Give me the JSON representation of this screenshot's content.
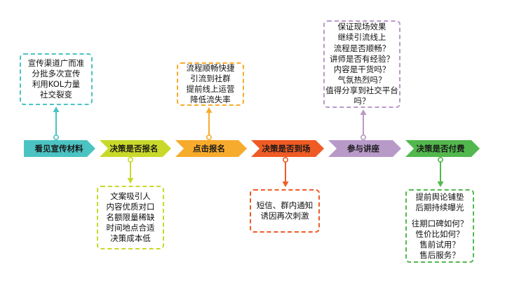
{
  "stages": [
    {
      "label": "看见宣传材料",
      "color": "#4cc3c3"
    },
    {
      "label": "决策是否报名",
      "color": "#c9d92a"
    },
    {
      "label": "点击报名",
      "color": "#f7ab2c"
    },
    {
      "label": "决策是否到场",
      "color": "#ef5b24"
    },
    {
      "label": "参与讲座",
      "color": "#b89ac9"
    },
    {
      "label": "决策是否付费",
      "color": "#52b84d"
    }
  ],
  "notes": {
    "see_material": {
      "color": "#4cc3c3",
      "lines": [
        "宣传渠道广而准",
        "分批多次宣传",
        "利用KOL力量",
        "社交裂变"
      ]
    },
    "decide_signup": {
      "color": "#c9d92a",
      "lines": [
        "文案吸引人",
        "内容优质对口",
        "名额限量稀缺",
        "时间地点合适",
        "决策成本低"
      ]
    },
    "click_signup": {
      "color": "#f7ab2c",
      "lines": [
        "流程顺畅快捷",
        "引流到社群",
        "提前线上运营",
        "降低流失率"
      ]
    },
    "decide_attend": {
      "color": "#ef5b24",
      "lines": [
        "短信、群内通知",
        "诱因再次刺激"
      ]
    },
    "attend_lecture": {
      "color": "#b89ac9",
      "group1": [
        "保证现场效果",
        "继续引流线上"
      ],
      "group2": [
        "流程是否顺畅？",
        "讲师是否有经验？",
        "内容是干货吗？",
        "气氛热烈吗？",
        "值得分享到社交平台",
        "吗？"
      ]
    },
    "decide_pay": {
      "color": "#52b84d",
      "group1": [
        "提前舆论铺垫",
        "后期持续曝光"
      ],
      "group2": [
        "往期口碑如何？",
        "性价比如何？",
        "售前试用？",
        "售后服务？"
      ]
    }
  }
}
